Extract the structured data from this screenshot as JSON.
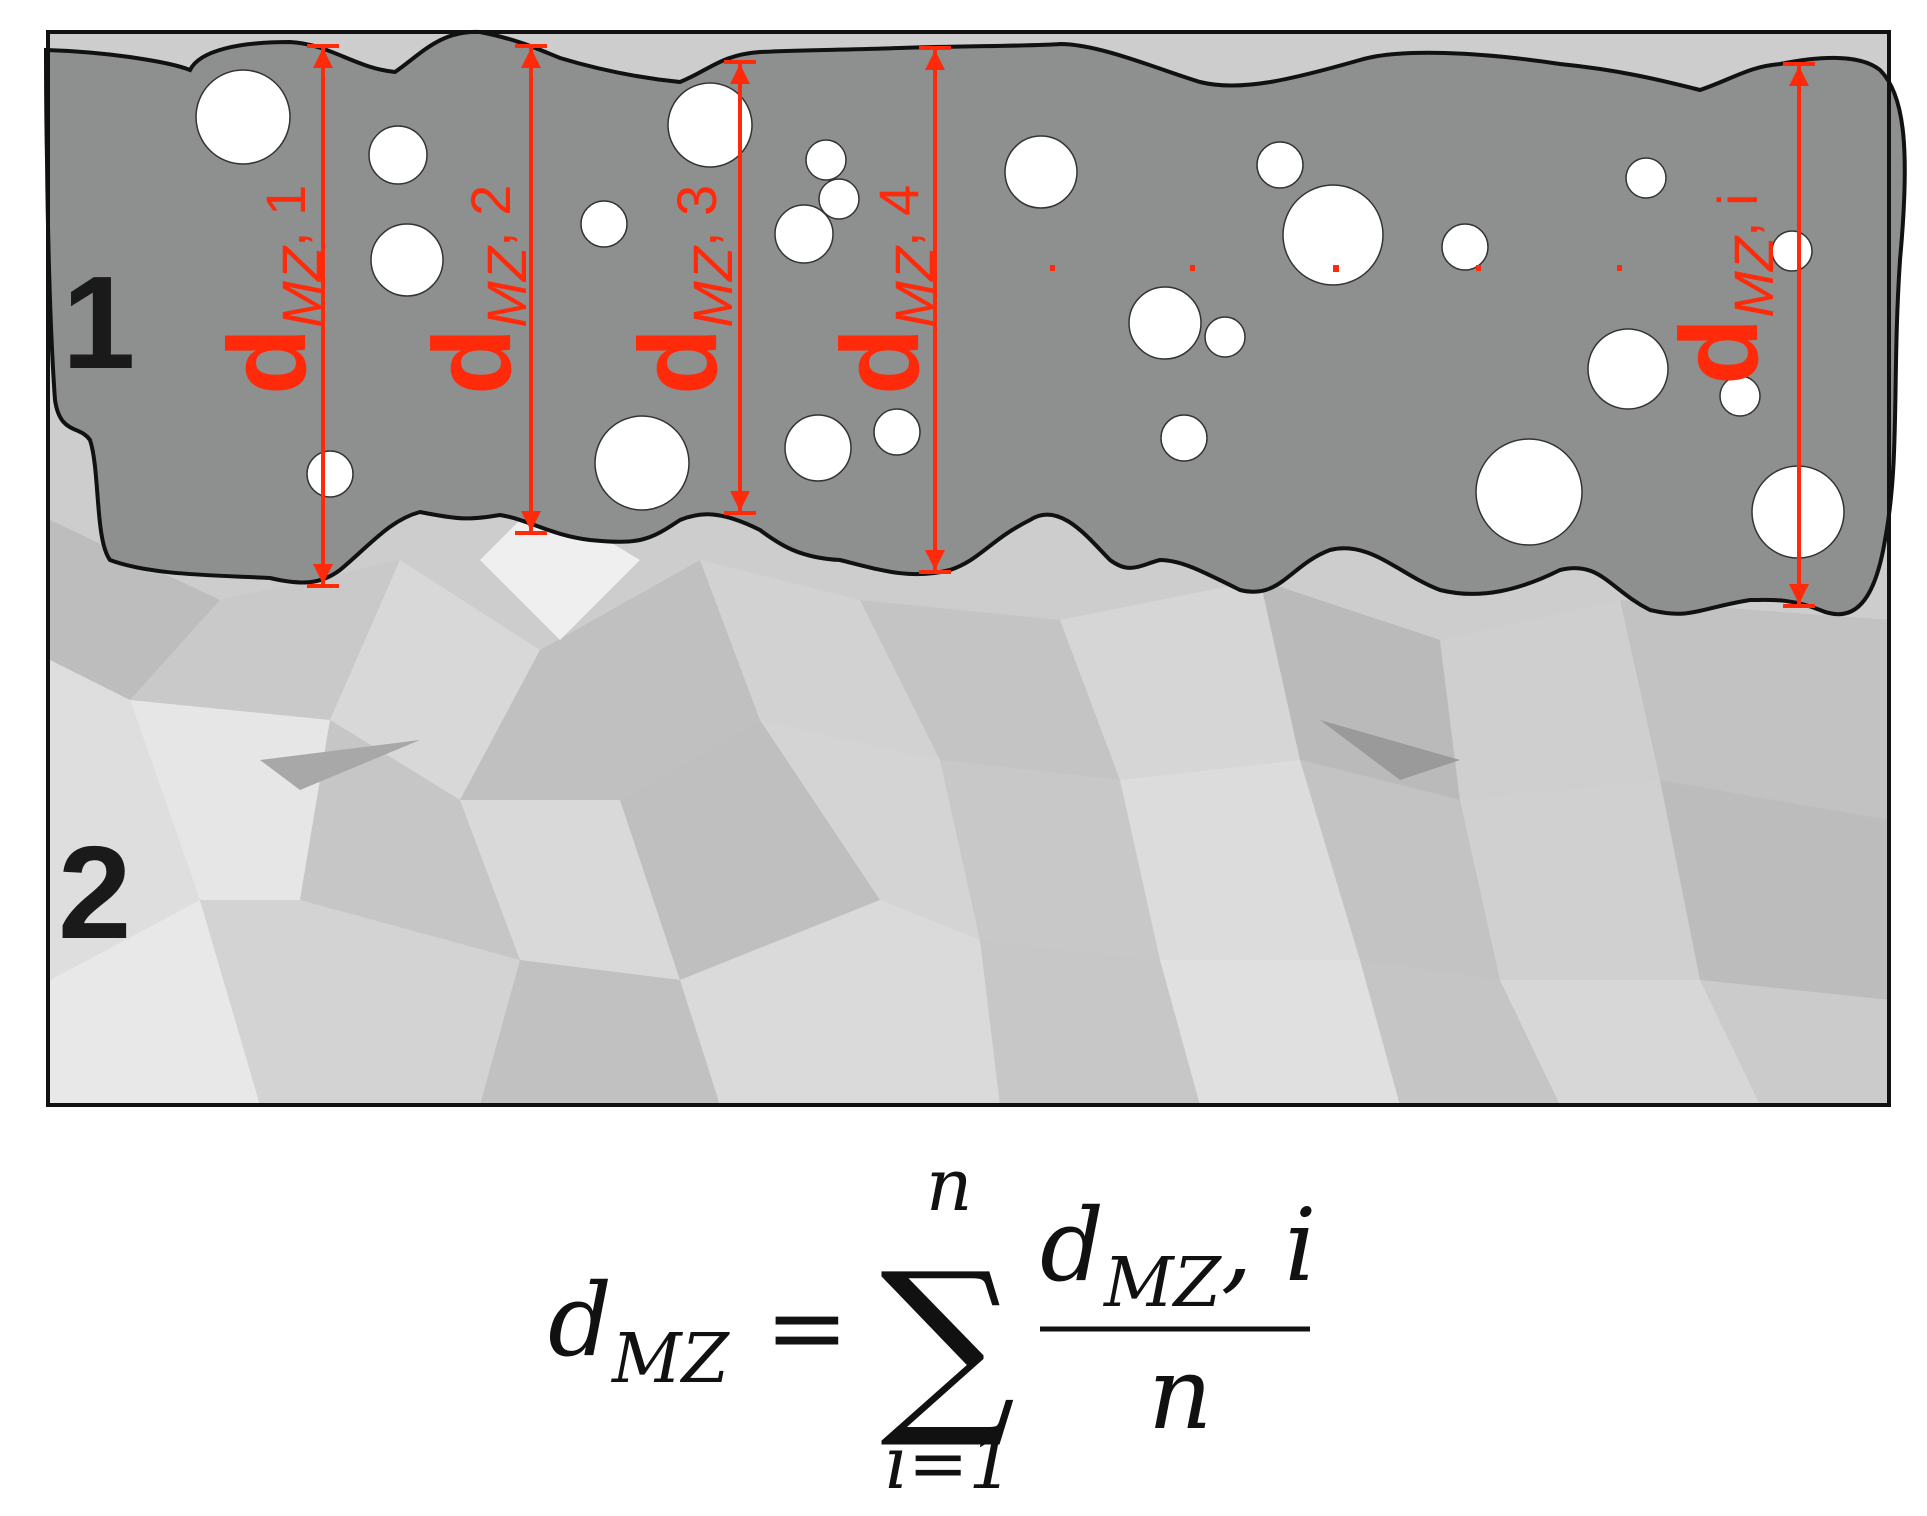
{
  "layers": {
    "layer1_label": "1",
    "layer2_label": "2"
  },
  "measurements": [
    {
      "main": "d",
      "sub": "MZ",
      "idx": ", 1"
    },
    {
      "main": "d",
      "sub": "MZ",
      "idx": ", 2"
    },
    {
      "main": "d",
      "sub": "MZ",
      "idx": ", 3"
    },
    {
      "main": "d",
      "sub": "MZ",
      "idx": ", 4"
    },
    {
      "main": "d",
      "sub": "MZ",
      "idx": ", i"
    }
  ],
  "formula": {
    "lhs_main": "d",
    "lhs_sub": "MZ",
    "equals": "=",
    "sum_symbol": "∑",
    "sum_upper": "n",
    "sum_lower": "i=1",
    "num_main": "d",
    "num_sub": "MZ",
    "num_tail": ", i",
    "denominator": "n"
  },
  "colors": {
    "coating": "#8e8f8f",
    "measure": "#ff2a0a",
    "outline": "#111111"
  }
}
